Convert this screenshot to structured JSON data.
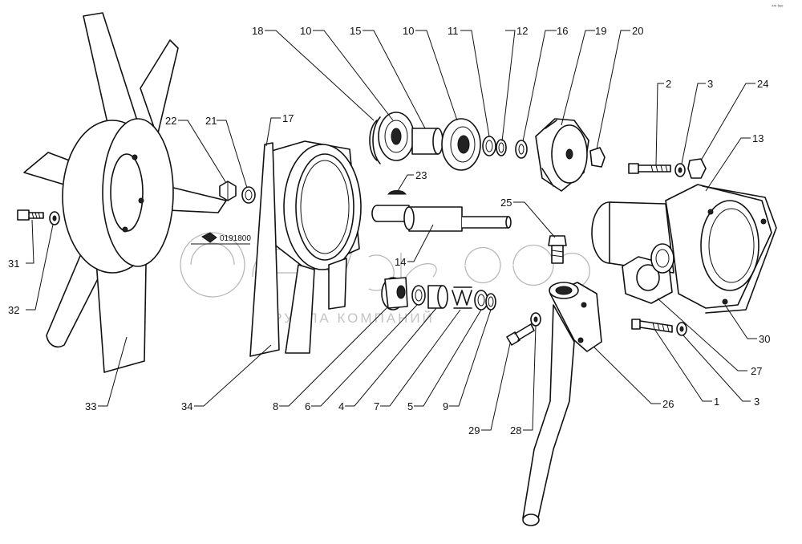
{
  "drawing_code": "0191800",
  "corner_mark": "⁴ᵐ ᵇᵉᵒ",
  "watermark": {
    "brand": "белагро",
    "subtitle": "ГРУППА КОМПАНИЙ"
  },
  "callouts": {
    "c18": "18",
    "c10a": "10",
    "c15": "15",
    "c10b": "10",
    "c11": "11",
    "c12": "12",
    "c16": "16",
    "c19": "19",
    "c20": "20",
    "c2": "2",
    "c3top": "3",
    "c24": "24",
    "c13": "13",
    "c22": "22",
    "c21": "21",
    "c17": "17",
    "c23": "23",
    "c25": "25",
    "c14": "14",
    "c31": "31",
    "c32": "32",
    "c33": "33",
    "c34": "34",
    "c8": "8",
    "c6": "6",
    "c4": "4",
    "c7": "7",
    "c5": "5",
    "c9": "9",
    "c29": "29",
    "c28": "28",
    "c26": "26",
    "c1": "1",
    "c3bot": "3",
    "c27": "27",
    "c30": "30"
  }
}
